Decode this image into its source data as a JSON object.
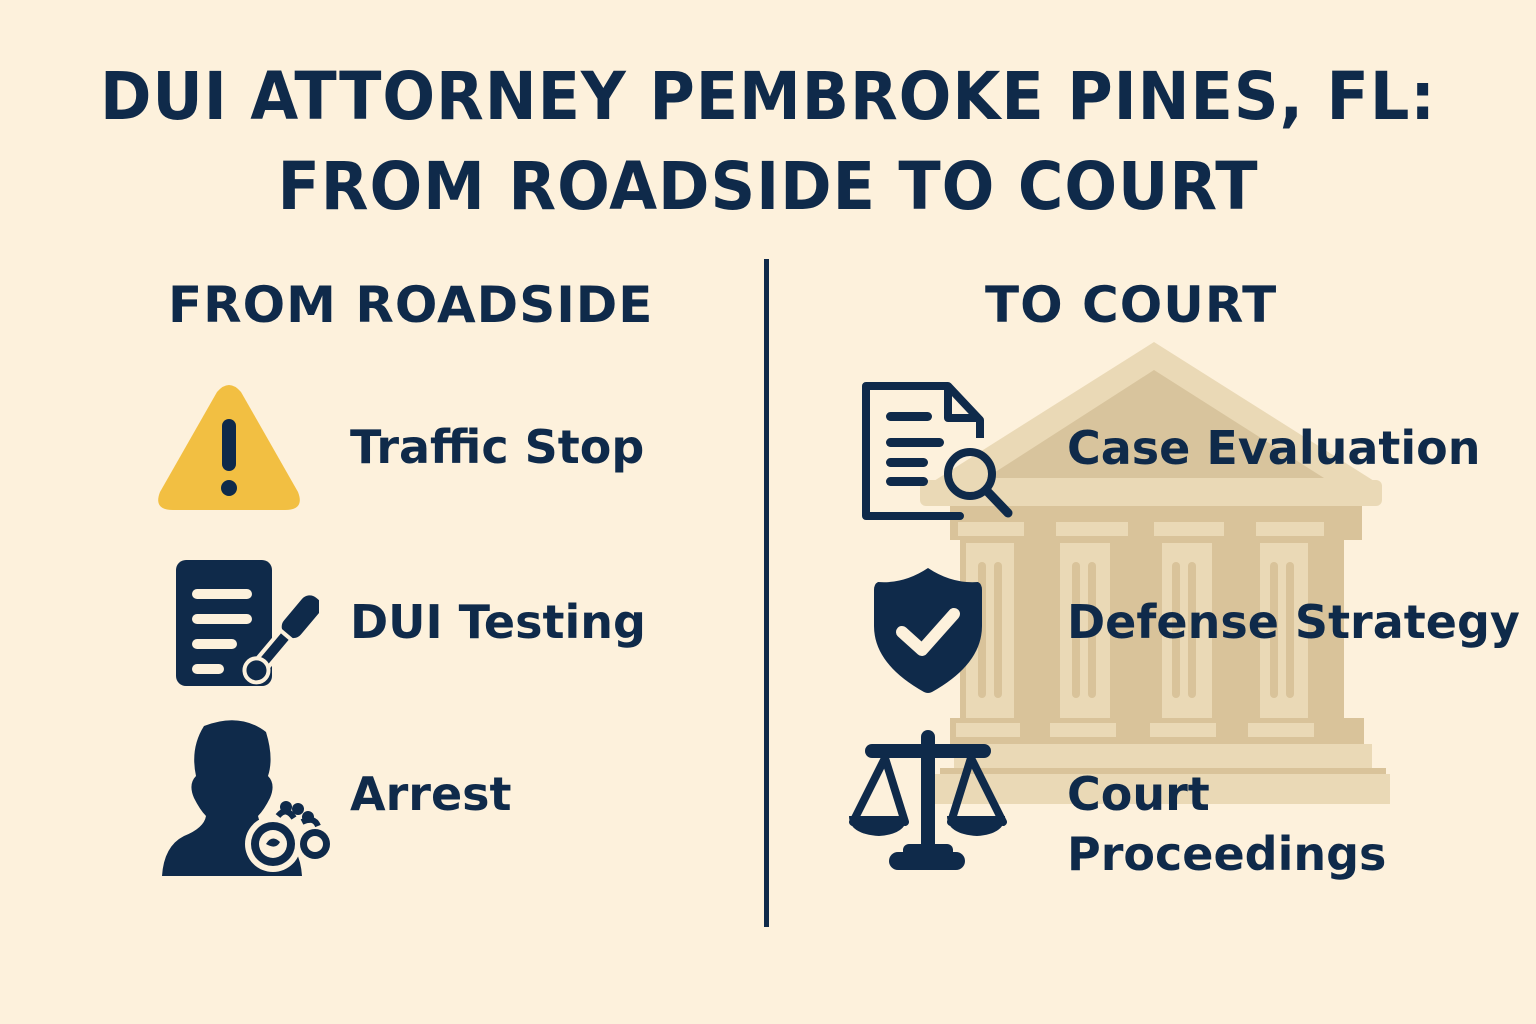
{
  "title": {
    "line1": "DUI ATTORNEY PEMBROKE PINES, FL:",
    "line2": "FROM ROADSIDE TO COURT"
  },
  "colors": {
    "background": "#fdf1dc",
    "navy": "#0f2a4a",
    "warning_yellow": "#f2bf42",
    "courthouse_tan": "#d9c39a"
  },
  "left_column": {
    "heading": "FROM ROADSIDE",
    "items": [
      {
        "label": "Traffic Stop",
        "icon": "warning-triangle-icon"
      },
      {
        "label": "DUI Testing",
        "icon": "document-pen-icon"
      },
      {
        "label": "Arrest",
        "icon": "person-handcuffs-icon"
      }
    ]
  },
  "right_column": {
    "heading": "TO COURT",
    "background_icon": "courthouse-icon",
    "items": [
      {
        "label": "Case Evaluation",
        "icon": "document-search-icon"
      },
      {
        "label": "Defense Strategy",
        "icon": "shield-check-icon"
      },
      {
        "label": "Court",
        "label_line2": "Proceedings",
        "icon": "scales-of-justice-icon"
      }
    ]
  }
}
